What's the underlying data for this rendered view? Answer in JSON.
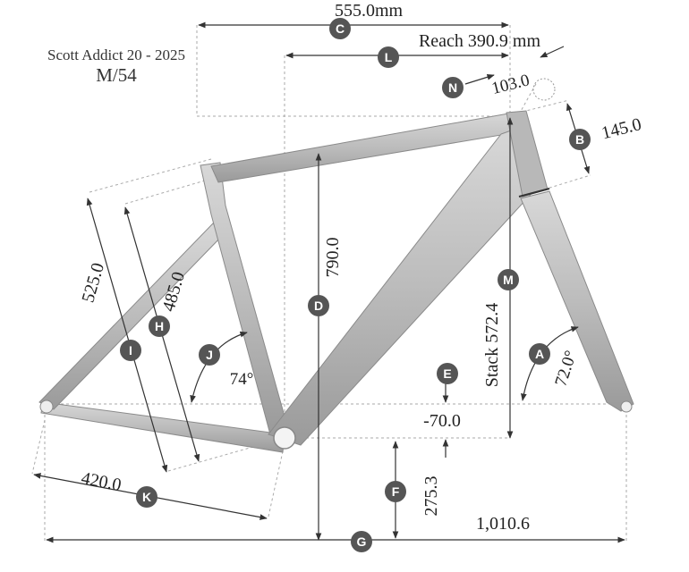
{
  "title": {
    "model": "Scott Addict 20 - 2025",
    "size": "M/54"
  },
  "dimensions": {
    "C": "555.0mm",
    "L": "Reach 390.9 mm",
    "N": "103.0",
    "B": "145.0",
    "D": "790.0",
    "M": "Stack 572.4",
    "I": "525.0",
    "H": "485.0",
    "J": "74°",
    "A": "72.0°",
    "E": "-70.0",
    "F": "275.3",
    "K": "420.0",
    "G": "1,010.6"
  },
  "labels": [
    "A",
    "B",
    "C",
    "D",
    "E",
    "F",
    "G",
    "H",
    "I",
    "J",
    "K",
    "L",
    "M",
    "N"
  ],
  "colors": {
    "frame": "#bdbdbd",
    "frame_edge": "#8a8a8a",
    "dim_line": "#333333",
    "guide": "#aaaaaa",
    "badge": "#555555"
  }
}
